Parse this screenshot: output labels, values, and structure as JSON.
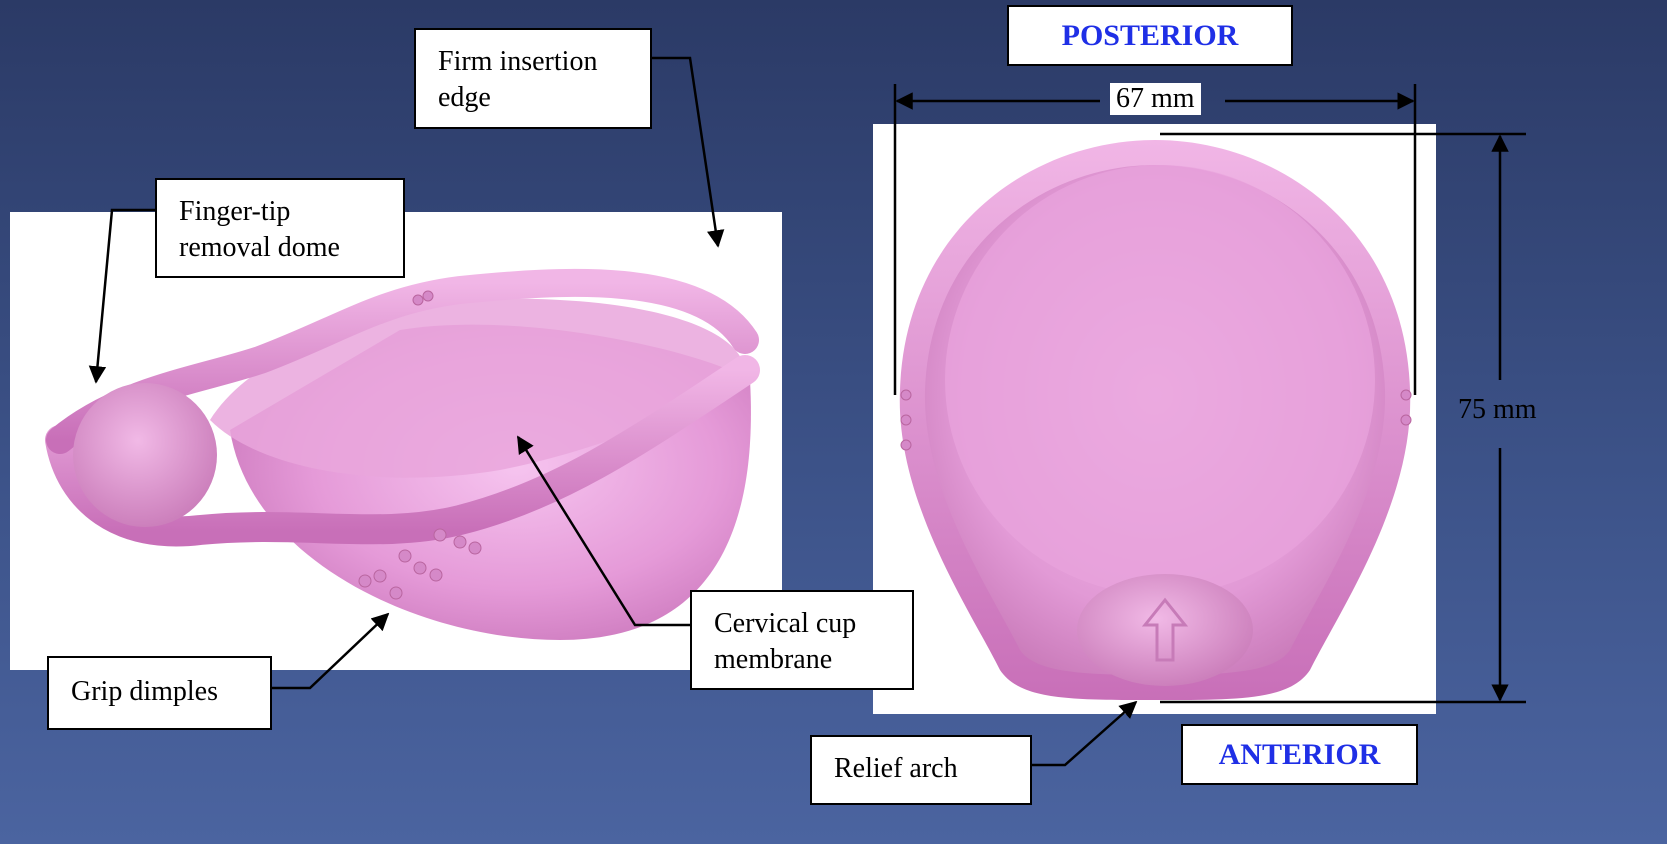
{
  "labels": {
    "firm_insertion_edge": "Firm insertion edge",
    "finger_tip_removal_dome": "Finger-tip removal dome",
    "grip_dimples": "Grip dimples",
    "cervical_cup_membrane": "Cervical cup membrane",
    "relief_arch": "Relief arch"
  },
  "headings": {
    "posterior": "POSTERIOR",
    "anterior": "ANTERIOR"
  },
  "dimensions": {
    "width": "67 mm",
    "height": "75 mm"
  },
  "colors": {
    "background": "#3a4f84",
    "heading_text": "#1f2fe6",
    "device_pink": "#e8a2d9"
  }
}
